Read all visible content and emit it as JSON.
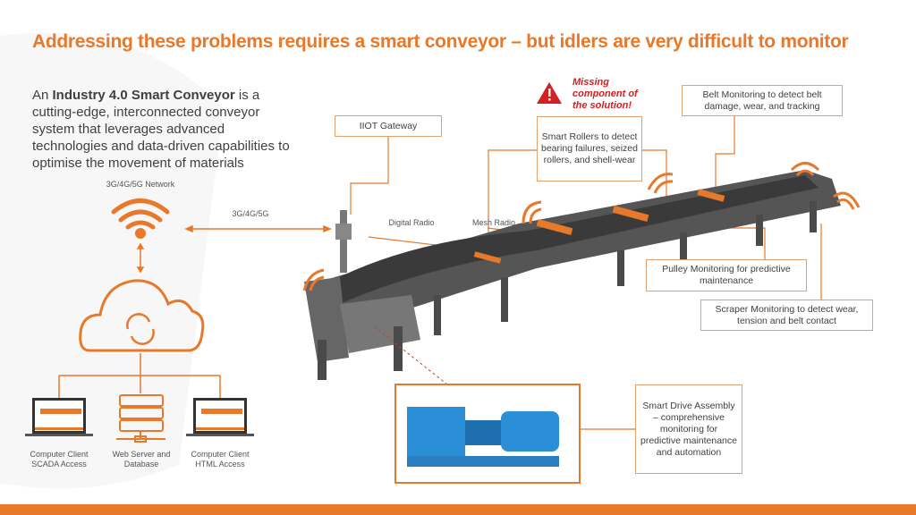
{
  "title": "Addressing these problems requires a smart conveyor – but idlers are very difficult to monitor",
  "intro": {
    "pre": "An ",
    "bold": "Industry 4.0 Smart Conveyor",
    "post": " is a cutting-edge, interconnected conveyor system that leverages advanced technologies and data-driven capabilities to optimise the movement of materials"
  },
  "network": {
    "label": "3G/4G/5G Network",
    "link_label": "3G/4G/5G"
  },
  "clients": [
    {
      "label": "Computer Client SCADA Access"
    },
    {
      "label": "Web Server and Database"
    },
    {
      "label": "Computer Client HTML Access"
    }
  ],
  "radios": {
    "digital": "Digital Radio",
    "mesh": "Mesh Radio"
  },
  "callouts": {
    "gateway": "IIOT Gateway",
    "missing": "Missing component of the solution!",
    "rollers": "Smart Rollers to detect bearing failures, seized rollers, and shell-wear",
    "belt": "Belt Monitoring to detect belt damage, wear, and tracking",
    "pulley": "Pulley Monitoring for predictive maintenance",
    "scraper": "Scraper Monitoring to detect wear, tension and belt contact",
    "drive": "Smart Drive Assembly – comprehensive monitoring for predictive maintenance and automation"
  },
  "colors": {
    "accent": "#e8782a",
    "alert": "#d42020",
    "motor": "#2a8fd6"
  }
}
